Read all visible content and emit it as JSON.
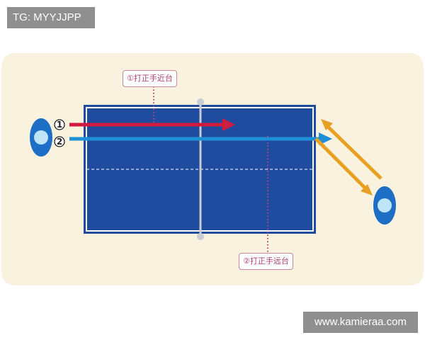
{
  "watermarks": {
    "top_left": "TG: MYYJJPP",
    "bottom_right": "www.kamieraa.com"
  },
  "labels": {
    "label_1": "①打正手近台",
    "label_2": "②打正手远台"
  },
  "markers": {
    "first": "①",
    "second": "②"
  },
  "colors": {
    "background_panel": "#f8f2df",
    "table": "#1f4c9e",
    "table_border": "#ffffff",
    "arrow_1": "#d21b3c",
    "arrow_2": "#1f8fd6",
    "movement_arrow": "#e8a023",
    "player": "#1c6fc4",
    "label_border": "#c8879d",
    "label_text": "#b0406a"
  }
}
